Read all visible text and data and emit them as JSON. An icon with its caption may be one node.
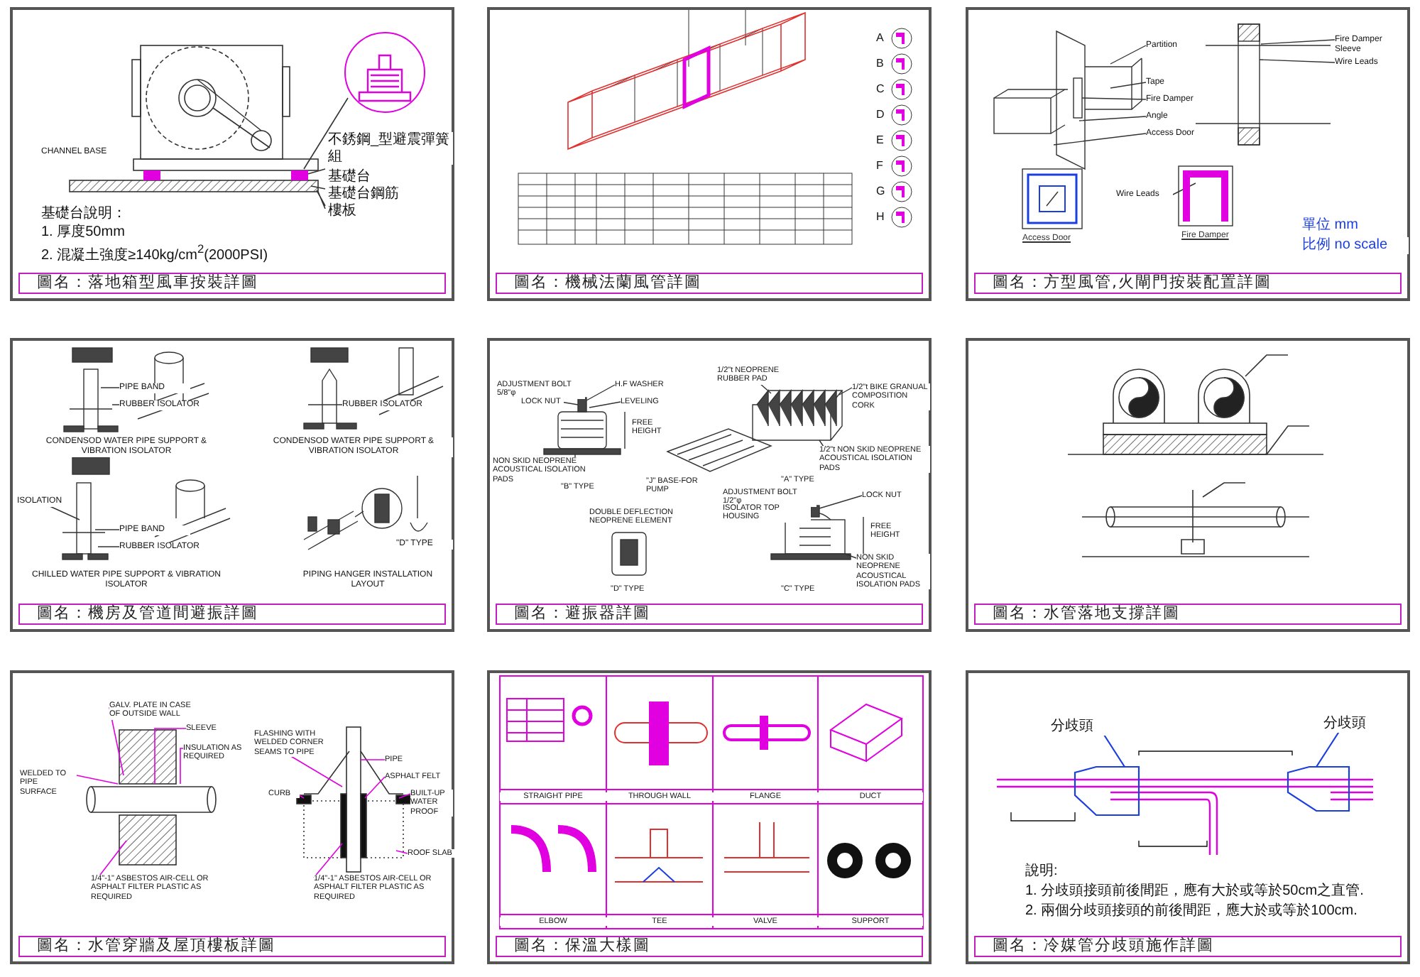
{
  "diagram": {
    "nodes": [
      {
        "text": [
          "CHANNEL BASE",
          "不銹鋼_型避震彈簧組",
          "基礎台",
          "基礎台鋼筋",
          "樓板",
          "基礎台說明：",
          "1. 厚度50mm",
          "2. 混凝土強度≥140kg/cm$^{2}$(2000PSI)"
        ]
      },
      {
        "text": [
          "圖名：落地箱型風車按裝詳圖"
        ],
        "in": 0
      },
      {
        "text": [
          "A",
          "B",
          "C",
          "D",
          "E",
          "F",
          "G",
          "H"
        ]
      },
      {
        "text": [
          "圖名：機械法蘭風管詳圖"
        ],
        "in": 2
      },
      {
        "text": [
          "Partition",
          "Fire Damper Sleeve",
          "Wire Leads",
          "Tape",
          "Fire Damper",
          "Angle",
          "Access Door",
          "Access Door",
          "Wire Leads",
          "Fire Damper",
          "單位 mm",
          "比例 no scale"
        ]
      },
      {
        "text": [
          "圖名：方型風管,火閘門按裝配置詳圖"
        ],
        "in": 4
      },
      {
        "text": [
          "PIPE BAND",
          "RUBBER ISOLATOR",
          "CONDENSOD WATER PIPE SUPPORT & VIBRATION ISOLATOR",
          "RUBBER ISOLATOR",
          "CONDENSOD WATER PIPE SUPPORT & VIBRATION ISOLATOR",
          "ISOLATION",
          "PIPE BAND",
          "RUBBER ISOLATOR",
          "CHILLED WATER PIPE SUPPORT & VIBRATION ISOLATOR",
          "\"D\" TYPE",
          "PIPING HANGER INSTALLATION LAYOUT"
        ]
      },
      {
        "text": [
          "圖名：機房及管道間避振詳圖"
        ],
        "in": 6
      },
      {
        "text": [
          "ADJUSTMENT BOLT 5/8\"φ",
          "LOCK NUT",
          "H.F WASHER",
          "LEVELING",
          "FREE HEIGHT",
          "NON SKID NEOPRENE ACOUSTICAL ISOLATION PADS",
          "\"B\" TYPE",
          "\"J\" BASE-FOR PUMP",
          "DOUBLE DEFLECTION NEOPRENE ELEMENT",
          "\"D\" TYPE",
          "1/2\"t NEOPRENE RUBBER PAD",
          "1/2\"t BIKE GRANUAL COMPOSITION CORK",
          "1/2\"t NON SKID NEOPRENE ACOUSTICAL ISOLATION PADS",
          "\"A\" TYPE",
          "ADJUSTMENT BOLT 1/2\"φ",
          "LOCK NUT",
          "ISOLATOR TOP HOUSING",
          "FREE HEIGHT",
          "NON SKID NEOPRENE ACOUSTICAL ISOLATION PADS",
          "\"C\" TYPE"
        ]
      },
      {
        "text": [
          "圖名：避振器詳圖"
        ],
        "in": 8
      },
      {
        "text": [],
        "shape": "box"
      },
      {
        "text": [
          "圖名：水管落地支撐詳圖"
        ],
        "in": 10
      },
      {
        "text": [
          "GALV. PLATE IN CASE OF OUTSIDE WALL",
          "SLEEVE",
          "INSULATION AS REQUIRED",
          "WELDED TO PIPE SURFACE",
          "1/4\"-1\" ASBESTOS AIR-CELL OR ASPHALT FILTER PLASTIC AS REQUIRED",
          "FLASHING WITH WELDED CORNER SEAMS TO PIPE",
          "PIPE",
          "ASPHALT FELT",
          "CURB",
          "BUILT-UP WATER PROOF",
          "ROOF SLAB",
          "1/4\"-1\" ASBESTOS AIR-CELL OR ASPHALT FILTER PLASTIC AS REQUIRED"
        ]
      },
      {
        "text": [
          "圖名：水管穿牆及屋頂樓板詳圖"
        ],
        "in": 12
      },
      {
        "text": [
          "STRAIGHT PIPE",
          "THROUGH WALL",
          "FLANGE",
          "DUCT",
          "ELBOW",
          "TEE",
          "VALVE",
          "SUPPORT"
        ]
      },
      {
        "text": [
          "圖名：保溫大樣圖"
        ],
        "in": 14
      },
      {
        "text": [
          "分歧頭",
          "分歧頭",
          "說明:",
          "1. 分歧頭接頭前後間距，應有大於或等於50cm之直管.",
          "2. 兩個分歧頭接頭的前後間距，應大於或等於100cm."
        ]
      },
      {
        "text": [
          "圖名：冷媒管分歧頭施作詳圖"
        ],
        "in": 16
      }
    ]
  }
}
